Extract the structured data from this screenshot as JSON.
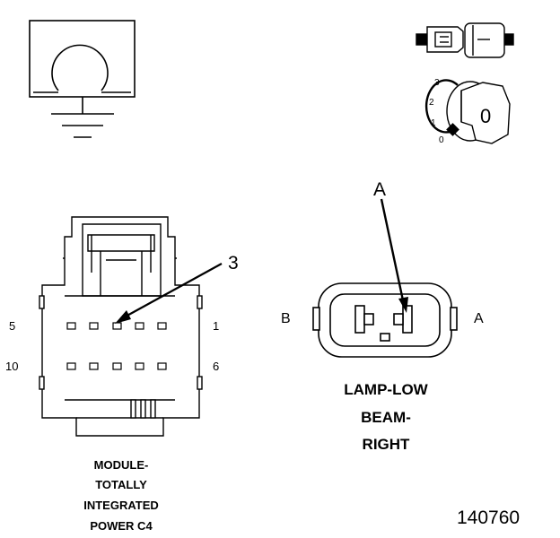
{
  "module_connector": {
    "pin_labels": {
      "top_left": "5",
      "top_right": "1",
      "bottom_left": "10",
      "bottom_right": "6"
    },
    "callout": "3",
    "name_lines": [
      "MODULE-",
      "TOTALLY",
      "INTEGRATED",
      "POWER C4"
    ]
  },
  "lamp_connector": {
    "callout": "A",
    "side_left": "B",
    "side_right": "A",
    "name_lines": [
      "LAMP-LOW",
      "BEAM-",
      "RIGHT"
    ]
  },
  "ignition_switch": {
    "positions": [
      "3",
      "2",
      "1",
      "0"
    ],
    "key_label": "0"
  },
  "figure_number": "140760",
  "icons": {
    "ground_symbol": "ground-icon",
    "connector_symbol": "connector-halves-icon",
    "ignition": "ignition-key-icon"
  }
}
